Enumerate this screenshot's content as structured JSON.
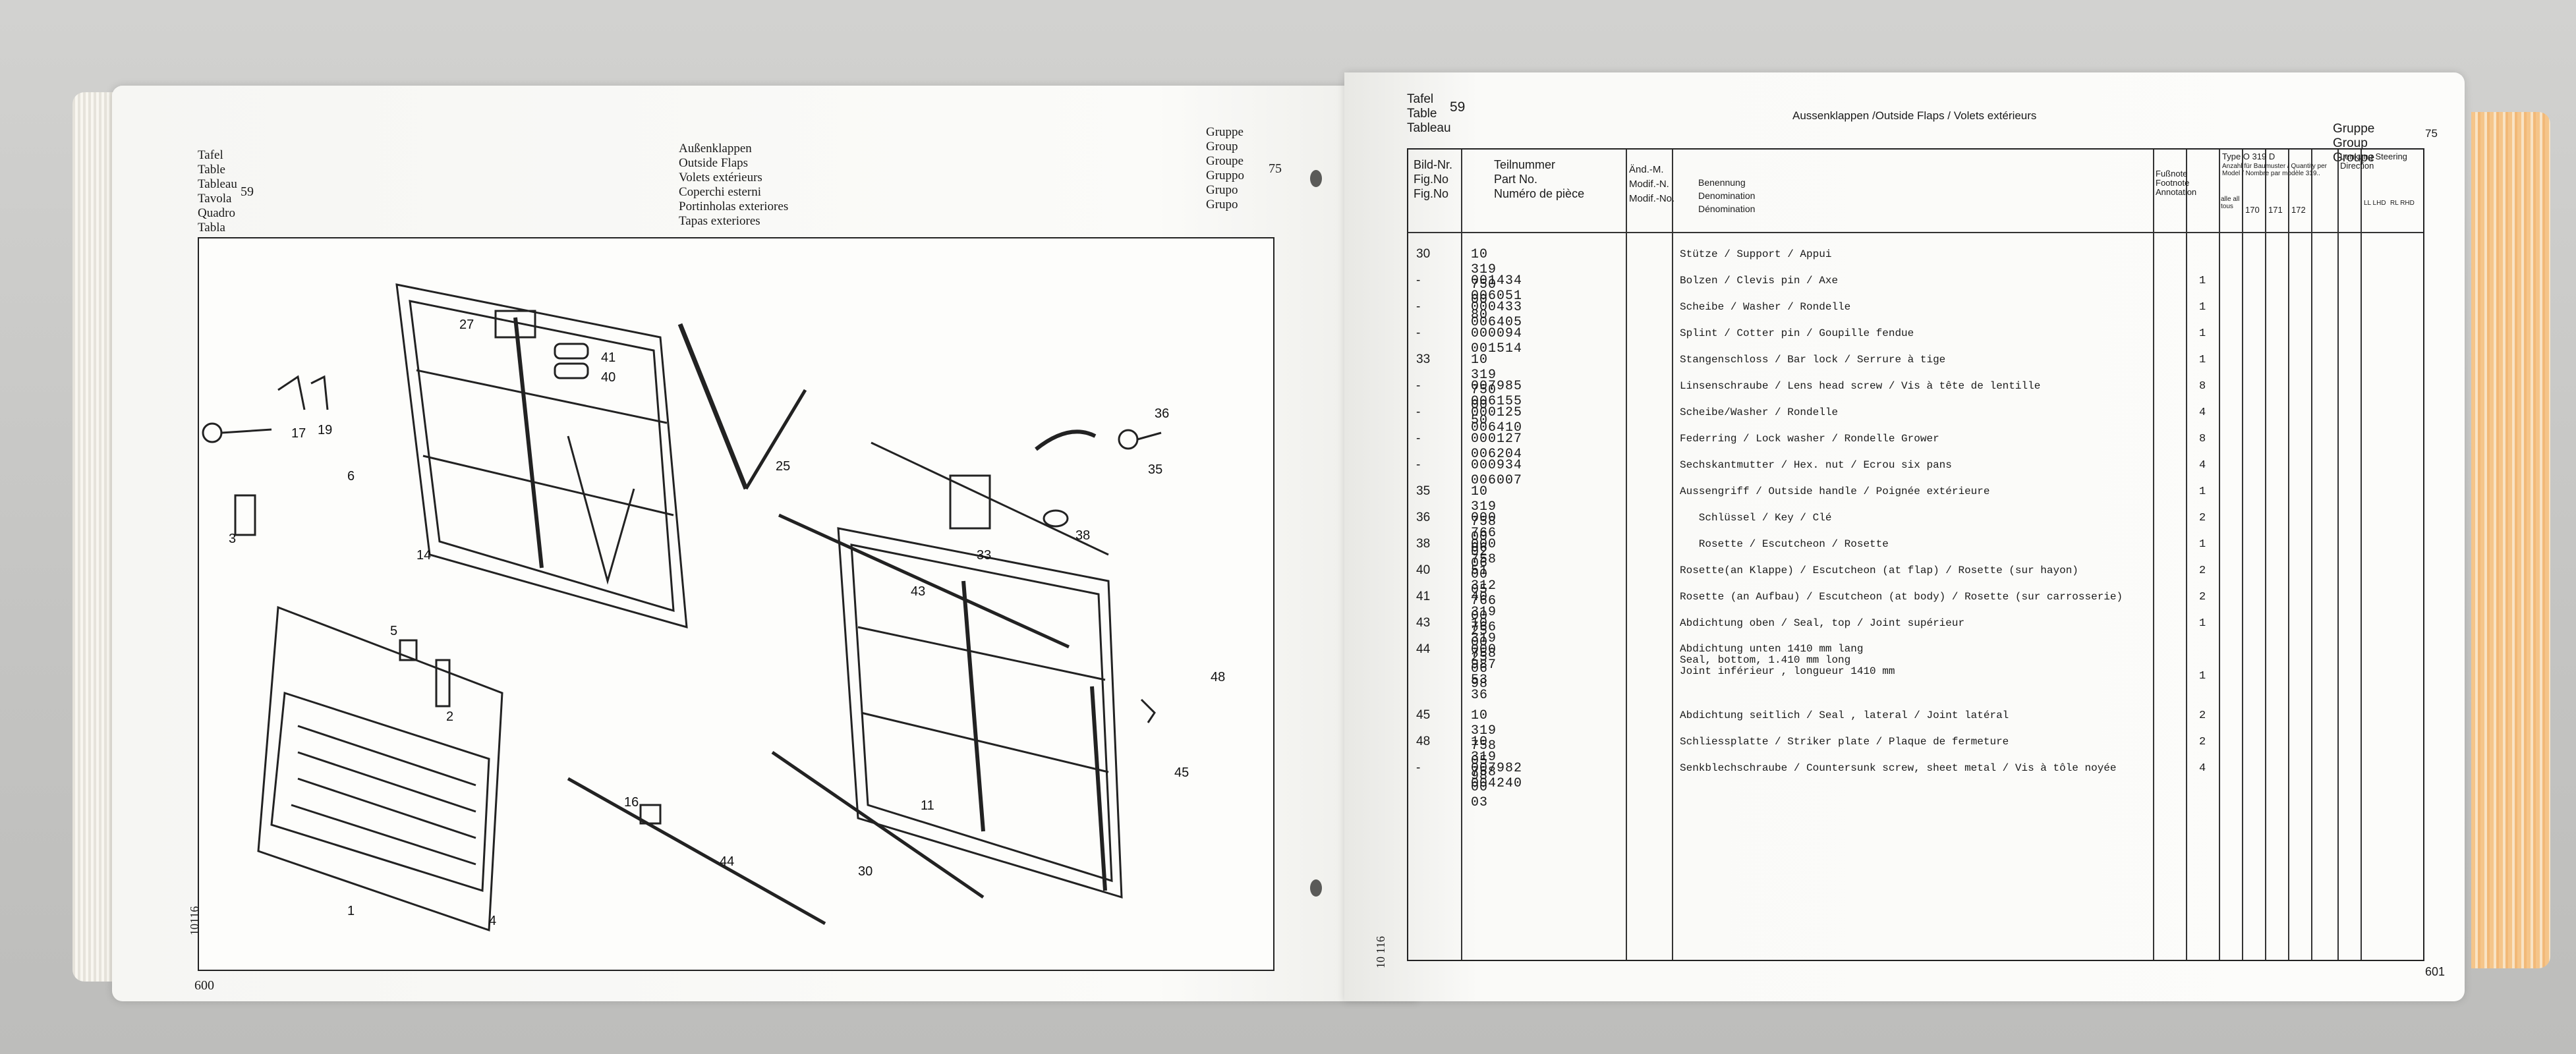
{
  "left_page": {
    "header_labels": [
      "Tafel",
      "Table",
      "Tableau",
      "Tavola",
      "Quadro",
      "Tabla"
    ],
    "table_number": "59",
    "titles": [
      "Außenklappen",
      "Outside Flaps",
      "Volets extérieurs",
      "Coperchi esterni",
      "Portinholas exteriores",
      "Tapas exteriores"
    ],
    "group_labels": [
      "Gruppe",
      "Group",
      "Groupe",
      "Gruppo",
      "Grupo",
      "Grupo"
    ],
    "group_number": "75",
    "page_number": "600",
    "spine_code": "10116",
    "callouts": [
      "27",
      "41",
      "40",
      "25",
      "36",
      "35",
      "17",
      "19",
      "6",
      "14",
      "38",
      "33",
      "43",
      "3",
      "48",
      "5",
      "2",
      "45",
      "1",
      "4",
      "16",
      "11",
      "30",
      "44"
    ]
  },
  "right_page": {
    "header_labels": [
      "Tafel",
      "Table",
      "Tableau"
    ],
    "table_number": "59",
    "title": "Aussenklappen /Outside Flaps / Volets extérieurs",
    "group_labels": [
      "Gruppe",
      "Group",
      "Groupe"
    ],
    "group_code": "75",
    "page_number": "601",
    "spine_code": "10 116",
    "columns": {
      "fig": [
        "Bild-Nr.",
        "Fig.No",
        "Fig.No"
      ],
      "part": [
        "Teilnummer",
        "Part No.",
        "Numéro de pièce"
      ],
      "modif": [
        "Änd.-M.",
        "Modif.-N.",
        "Modif.-No."
      ],
      "desc": [
        "Benennung",
        "Denomination",
        "Dénomination"
      ],
      "note": "Fußnote Footnote Annotation",
      "type_header": "Type O 319 D",
      "type_sub": "Anzahl für Baumuster / Quantity per Model / Nombre par modèle 319..",
      "type_cols": [
        "alle all tous",
        "170",
        "171",
        "172"
      ],
      "steering_header": "Lenkung Steering Direction",
      "steering_cols": [
        "LL LHD",
        "RL RHD"
      ]
    },
    "rows": [
      {
        "fig": "30",
        "part": "10 319 750 00 80",
        "desc": "Stütze / Support / Appui",
        "qty": ""
      },
      {
        "fig": "-",
        "part": "001434 006051",
        "desc": "Bolzen / Clevis pin / Axe",
        "qty": "1"
      },
      {
        "fig": "-",
        "part": "000433 006405",
        "desc": "Scheibe / Washer / Rondelle",
        "qty": "1"
      },
      {
        "fig": "-",
        "part": "000094 001514",
        "desc": "Splint / Cotter pin / Goupille fendue",
        "qty": "1"
      },
      {
        "fig": "33",
        "part": "10 319 750 00 50",
        "desc": "Stangenschloss / Bar lock / Serrure à tige",
        "qty": "1"
      },
      {
        "fig": "-",
        "part": "007985 006155",
        "desc": "Linsenschraube / Lens head screw / Vis à tête de lentille",
        "qty": "8"
      },
      {
        "fig": "-",
        "part": "000125 006410",
        "desc": "Scheibe/Washer / Rondelle",
        "qty": "4"
      },
      {
        "fig": "-",
        "part": "000127 006204",
        "desc": "Federring / Lock washer / Rondelle Grower",
        "qty": "8"
      },
      {
        "fig": "-",
        "part": "000934 006007",
        "desc": "Sechskantmutter / Hex. nut / Ecrou six pans",
        "qty": "4"
      },
      {
        "fig": "35",
        "part": "10 319 758 00 02",
        "desc": "Aussengriff / Outside handle / Poignée extérieure",
        "qty": "1"
      },
      {
        "fig": "36",
        "part": "000 766 06 06",
        "desc": "   Schlüssel / Key / Clé",
        "qty": "2"
      },
      {
        "fig": "38",
        "part": "000 758 00 05",
        "desc": "   Rosette / Escutcheon / Rosette",
        "qty": "1"
      },
      {
        "fig": "40",
        "part": "51 312 766 00 25",
        "desc": "Rosette(an Klappe) / Escutcheon (at flap) / Rosette (sur hayon)",
        "qty": "2"
      },
      {
        "fig": "41",
        "part": "40 319 766 00 25",
        "desc": "Rosette (an Aufbau) / Escutcheon (at body) / Rosette (sur carrosserie)",
        "qty": "2"
      },
      {
        "fig": "43",
        "part": "10 319 758 06 98",
        "desc": "Abdichtung oben / Seal, top / Joint supérieur",
        "qty": "1"
      },
      {
        "fig": "44",
        "part": "000 987 53 36",
        "desc_lines": [
          "Abdichtung unten 1410 mm lang",
          "Seal, bottom, 1.410 mm long",
          "Joint inférieur , longueur 1410 mm"
        ],
        "qty": "1"
      },
      {
        "fig": "45",
        "part": "10 319 758 05 98",
        "desc": "Abdichtung seitlich / Seal , lateral / Joint latéral",
        "qty": "2"
      },
      {
        "fig": "48",
        "part": "10 319 758 00 03",
        "desc": "Schliessplatte / Striker plate / Plaque de fermeture",
        "qty": "2"
      },
      {
        "fig": "-",
        "part": "007982 004240",
        "desc": "Senkblechschraube / Countersunk screw, sheet metal / Vis à tôle noyée",
        "qty": "4"
      }
    ]
  }
}
